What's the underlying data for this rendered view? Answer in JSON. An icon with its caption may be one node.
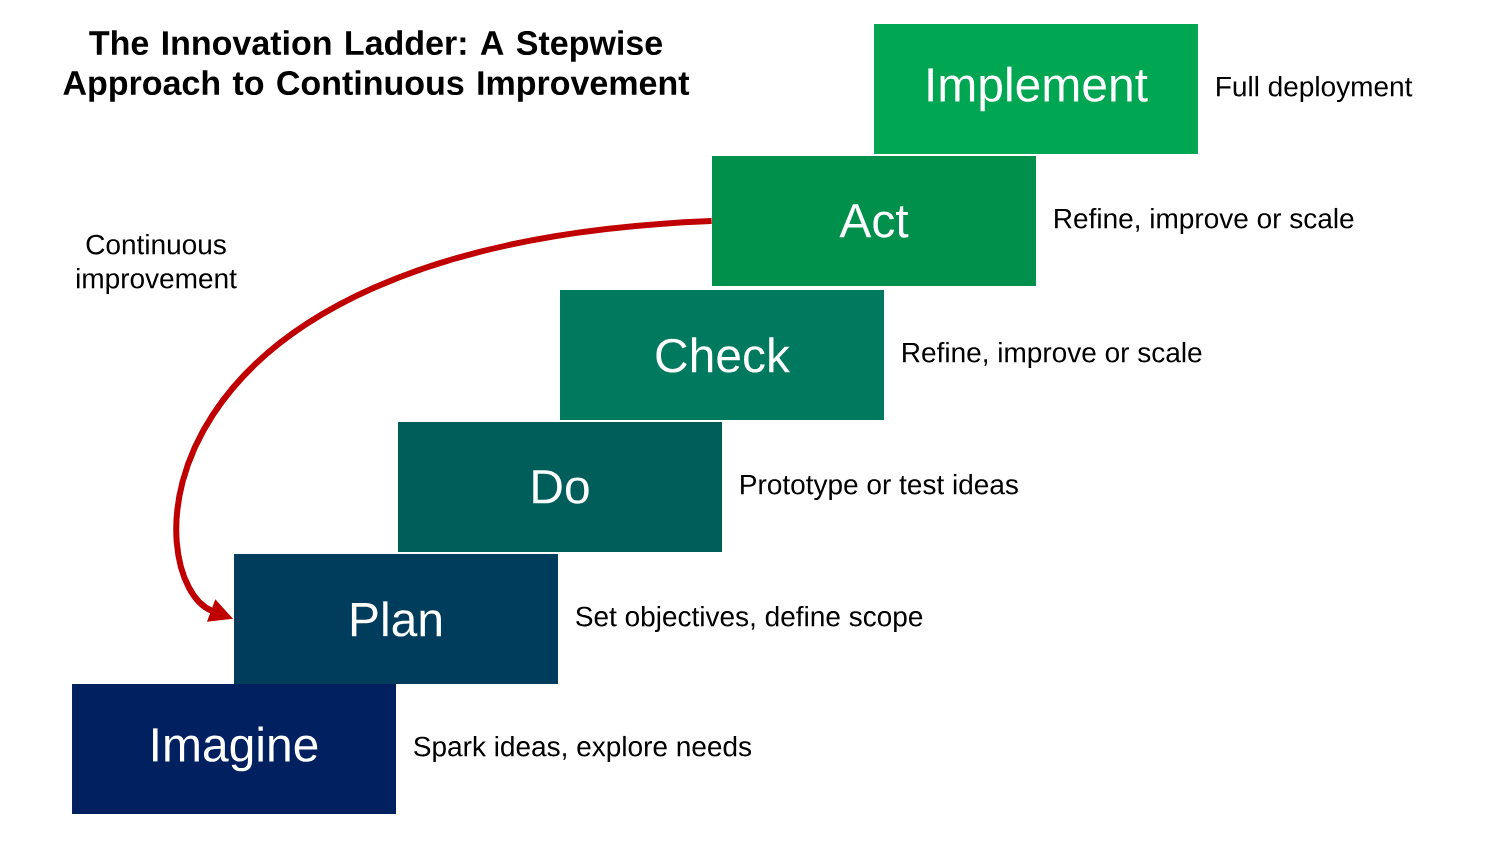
{
  "diagram": {
    "title": "The Innovation Ladder: A Stepwise Approach to Continuous Improvement",
    "nodes": [
      {
        "text": [
          "Implement"
        ],
        "beside": [
          "Full deployment"
        ]
      },
      {
        "text": [
          "Act"
        ],
        "beside": [
          "Refine, improve or scale"
        ]
      },
      {
        "text": [
          "Check"
        ],
        "beside": [
          "Refine, improve or scale"
        ]
      },
      {
        "text": [
          "Do"
        ],
        "beside": [
          "Prototype or test ideas"
        ]
      },
      {
        "text": [
          "Plan"
        ],
        "beside": [
          "Set objectives, define scope"
        ]
      },
      {
        "text": [
          "Imagine"
        ],
        "beside": [
          "Spark ideas, explore needs"
        ]
      }
    ],
    "edges": [
      {
        "from": 1,
        "to": 4,
        "arrow": "to",
        "label": "Continuous improvement",
        "color": "#c00000"
      }
    ]
  }
}
